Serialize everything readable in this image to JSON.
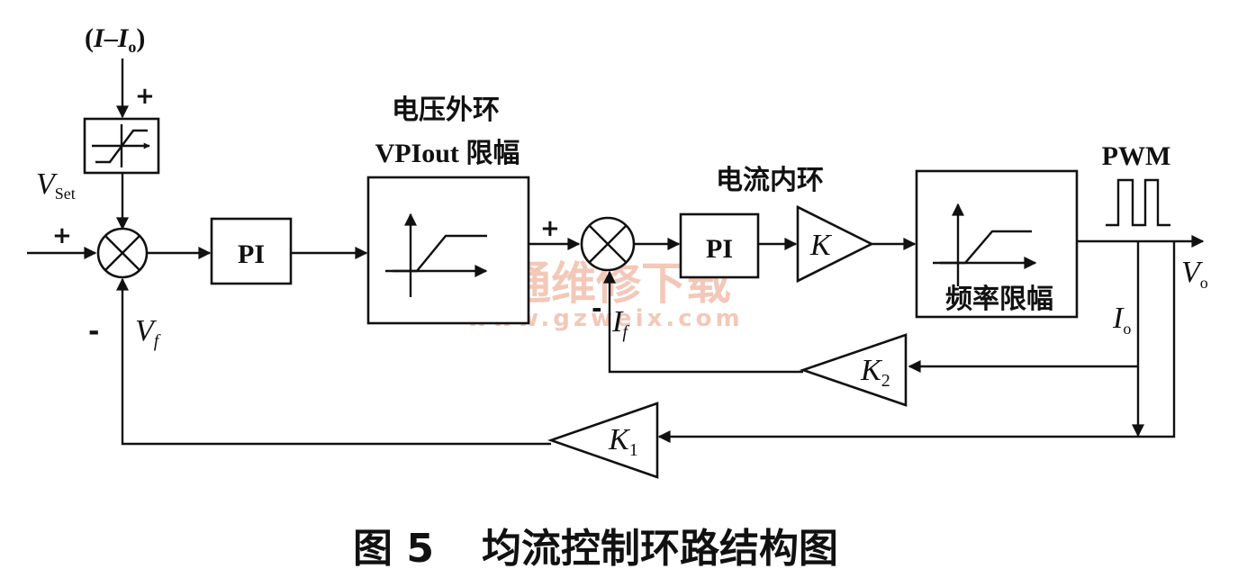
{
  "diagram": {
    "input_current_diff": {
      "open": "(",
      "i": "I",
      "dash": "–",
      "i2": "I",
      "sub": "o",
      "close": ")"
    },
    "vset": {
      "main": "V",
      "sub": "Set"
    },
    "vf": {
      "main": "V",
      "sub": "f"
    },
    "if": {
      "main": "I",
      "sub": "f"
    },
    "io": {
      "main": "I",
      "sub": "o"
    },
    "vo": {
      "main": "V",
      "sub": "o"
    },
    "signs": {
      "plus_top": "+",
      "plus_left": "+",
      "minus_bottom": "-",
      "plus_second": "+",
      "minus_second": "-"
    },
    "blocks": {
      "pi1": "PI",
      "vpiout_title1": "电压外环",
      "vpiout_title2": "VPIout 限幅",
      "current_loop_title": "电流内环",
      "pi2": "PI",
      "gain_k": "K",
      "freq_limit": "频率限幅",
      "pwm": "PWM",
      "k2_main": "K",
      "k2_sub": "2",
      "k1_main": "K",
      "k1_sub": "1"
    },
    "watermark": {
      "text": "精通维修下载",
      "url": "www.gzweix.com"
    }
  },
  "caption": {
    "figure": "图 5",
    "title": "均流控制环路结构图"
  }
}
